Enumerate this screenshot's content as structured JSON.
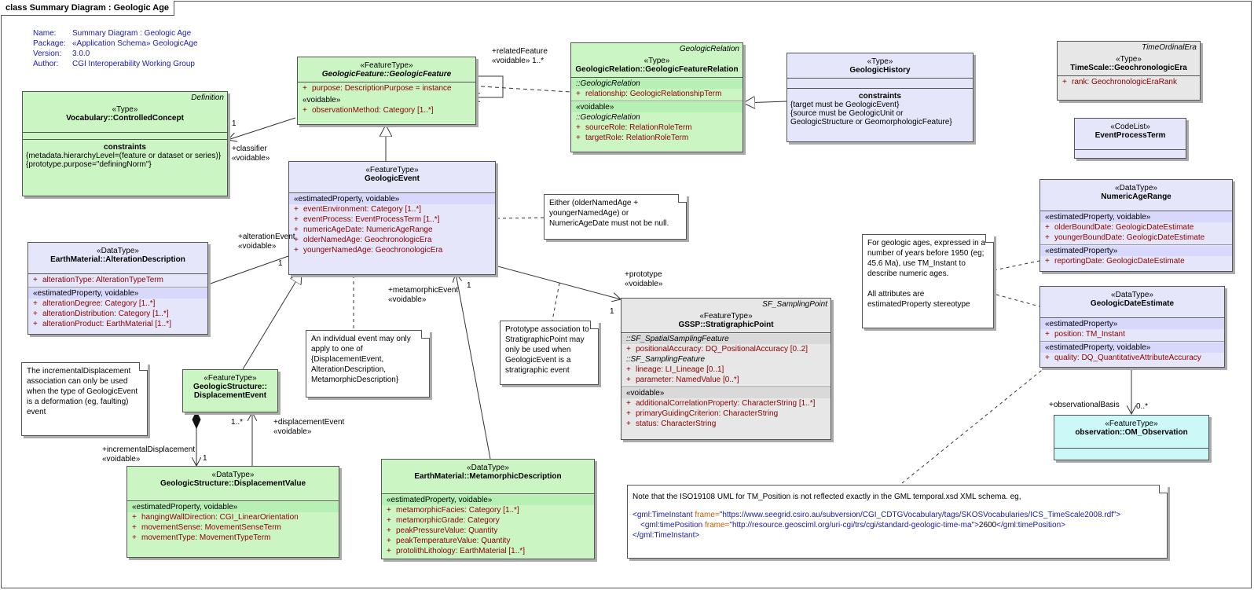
{
  "frame": {
    "title": "class Summary Diagram : Geologic Age"
  },
  "meta": [
    {
      "key": "Name:",
      "value": "Summary Diagram : Geologic Age"
    },
    {
      "key": "Package:",
      "value": "«Application Schema» GeologicAge"
    },
    {
      "key": "Version:",
      "value": "3.0.0"
    },
    {
      "key": "Author:",
      "value": "CGI Interoperability Working Group"
    }
  ],
  "classes": {
    "geologic_feature": {
      "stereo": "«FeatureType»",
      "name": "GeologicFeature::GeologicFeature",
      "attr1": "purpose:  DescriptionPurpose = instance",
      "group": "«voidable»",
      "attr2": "observationMethod:  Category [1..*]"
    },
    "controlled_concept": {
      "parent": "Definition",
      "stereo": "«Type»",
      "name": "Vocabulary::ControlledConcept",
      "ctitle": "constraints",
      "c1": "{metadata.hierarchyLevel=(feature or dataset or series)}",
      "c2": "{prototype.purpose=\"definingNorm\"}"
    },
    "geologic_relation": {
      "parent": "GeologicRelation",
      "stereo": "«Type»",
      "name": "GeologicRelation::GeologicFeatureRelation",
      "g1": "::GeologicRelation",
      "a1": "relationship:  GeologicRelationshipTerm",
      "g2": "«voidable»",
      "g3": "::GeologicRelation",
      "a2": "sourceRole:  RelationRoleTerm",
      "a3": "targetRole:  RelationRoleTerm"
    },
    "geologic_history": {
      "stereo": "«Type»",
      "name": "GeologicHistory",
      "ctitle": "constraints",
      "c1": "{target must be GeologicEvent}",
      "c2": "{source must be GeologicUnit or",
      "c3": "GeologicStructure or GeomorphologicFeature}"
    },
    "geochronologic_era": {
      "parent": "TimeOrdinalEra",
      "stereo": "«Type»",
      "name": "TimeScale::GeochronologicEra",
      "a1": "rank:  GeochronologicEraRank"
    },
    "event_process_term": {
      "stereo": "«CodeList»",
      "name": "EventProcessTerm"
    },
    "geologic_event": {
      "stereo": "«FeatureType»",
      "name": "GeologicEvent",
      "group": "«estimatedProperty, voidable»",
      "attrs": [
        "eventEnvironment:  Category [1..*]",
        "eventProcess:  EventProcessTerm [1..*]",
        "numericAgeDate:  NumericAgeRange",
        "olderNamedAge:  GeochronologicEra",
        "youngerNamedAge:  GeochronologicEra"
      ]
    },
    "alteration": {
      "stereo": "«DataType»",
      "name": "EarthMaterial::AlterationDescription",
      "a1": "alterationType:  AlterationTypeTerm",
      "group": "«estimatedProperty, voidable»",
      "attrs": [
        "alterationDegree:  Category [1..*]",
        "alterationDistribution:  Category [1..*]",
        "alterationProduct:  EarthMaterial [1..*]"
      ]
    },
    "displacement_event": {
      "stereo": "«FeatureType»",
      "name1": "GeologicStructure::",
      "name2": "DisplacementEvent"
    },
    "displacement_value": {
      "stereo": "«DataType»",
      "name": "GeologicStructure::DisplacementValue",
      "group": "«estimatedProperty, voidable»",
      "attrs": [
        "hangingWallDirection:  CGI_LinearOrientation",
        "movementSense:  MovementSenseTerm",
        "movementType:  MovementTypeTerm"
      ]
    },
    "metamorphic": {
      "stereo": "«DataType»",
      "name": "EarthMaterial::MetamorphicDescription",
      "group": "«estimatedProperty, voidable»",
      "attrs": [
        "metamorphicFacies:  Category [1..*]",
        "metamorphicGrade:  Category",
        "peakPressureValue:  Quantity",
        "peakTemperatureValue:  Quantity",
        "protolithLithology:  EarthMaterial [1..*]"
      ]
    },
    "strat_point": {
      "parent": "SF_SamplingPoint",
      "stereo": "«FeatureType»",
      "name": "GSSP::StratigraphicPoint",
      "g1": "::SF_SpatialSamplingFeature",
      "a1": "positionalAccuracy:  DQ_PositionalAccuracy [0..2]",
      "g2": "::SF_SamplingFeature",
      "a2": "lineage:  LI_Lineage [0..1]",
      "a3": "parameter:  NamedValue [0..*]",
      "g3": "«voidable»",
      "attrs": [
        "additionalCorrelationProperty:  CharacterString [1..*]",
        "primaryGuidingCriterion:  CharacterString",
        "status:  CharacterString"
      ]
    },
    "numeric_age_range": {
      "stereo": "«DataType»",
      "name": "NumericAgeRange",
      "group": "«estimatedProperty, voidable»",
      "a1": "olderBoundDate:  GeologicDateEstimate",
      "a2": "youngerBoundDate:  GeologicDateEstimate",
      "group2": "«estimatedProperty»",
      "a3": "reportingDate:  GeologicDateEstimate"
    },
    "date_estimate": {
      "stereo": "«DataType»",
      "name": "GeologicDateEstimate",
      "group": "«estimatedProperty»",
      "a1": "position:  TM_Instant",
      "group2": "«estimatedProperty, voidable»",
      "a2": "quality:  DQ_QuantitativeAttributeAccuracy"
    },
    "om_observation": {
      "stereo": "«FeatureType»",
      "name": "observation::OM_Observation"
    }
  },
  "notes": {
    "either": [
      "Either (olderNamedAge +",
      "youngerNamedAge) or",
      "NumericAgeDate must not be null."
    ],
    "individual": [
      "An individual event may only",
      "apply to one of",
      "{DisplacementEvent,",
      "AlterationDescription,",
      "MetamorphicDescription}"
    ],
    "incremental": [
      "The incrementalDisplacement",
      "association can only be used",
      "when the type of GeologicEvent",
      "is a deformation (eg, faulting)",
      "event"
    ],
    "prototype": [
      "Prototype association to",
      "StratigraphicPoint may",
      "only be used when",
      "GeologicEvent is a",
      "stratigraphic event"
    ],
    "geologic_ages": [
      "For geologic ages, expressed in a",
      "number of years before 1950 (eg;",
      "45.6 Ma), use TM_Instant to",
      "describe numeric ages.",
      "",
      "All attributes are",
      "estimatedProperty stereotype"
    ],
    "iso": {
      "line1": "Note that the ISO19108 UML for TM_Position is not reflected exactly in the GML temporal.xsd XML schema. eg,",
      "x1a": "<gml:TimeInstant ",
      "x1b": "frame=",
      "x1c": "\"https://www.seegrid.csiro.au/subversion/CGI_CDTGVocabulary/tags/SKOSVocabularies/ICS_TimeScale2008.rdf\"",
      "x1d": ">",
      "x2a": "<gml:timePosition ",
      "x2b": "frame=",
      "x2c": "\"http://resource.geosciml.org/uri-cgi/trs/cgi/standard-geologic-time-ma\"",
      "x2d": ">",
      "x2e": "2600",
      "x2f": "</gml:timePosition>",
      "x3": "</gml:TimeInstant>"
    }
  },
  "labels": {
    "related_feature": [
      "+relatedFeature",
      "«voidable»  1..*"
    ],
    "classifier": [
      "+classifier",
      "«voidable»"
    ],
    "classifier_mult": "1",
    "alteration_event": [
      "+alterationEvent",
      "«voidable»"
    ],
    "alteration_mult": "1",
    "metamorphic_event": [
      "+metamorphicEvent",
      "«voidable»"
    ],
    "metamorphic_mult": "1",
    "prototype": [
      "+prototype",
      "«voidable»"
    ],
    "prototype_mult": "1",
    "displacement_event": [
      "+displacementEvent",
      "«voidable»"
    ],
    "displacement_mult": "1..*",
    "incremental": [
      "+incrementalDisplacement",
      "«voidable»"
    ],
    "incremental_mult": "1",
    "observational": "+observationalBasis",
    "observational_mult": "0..*"
  }
}
